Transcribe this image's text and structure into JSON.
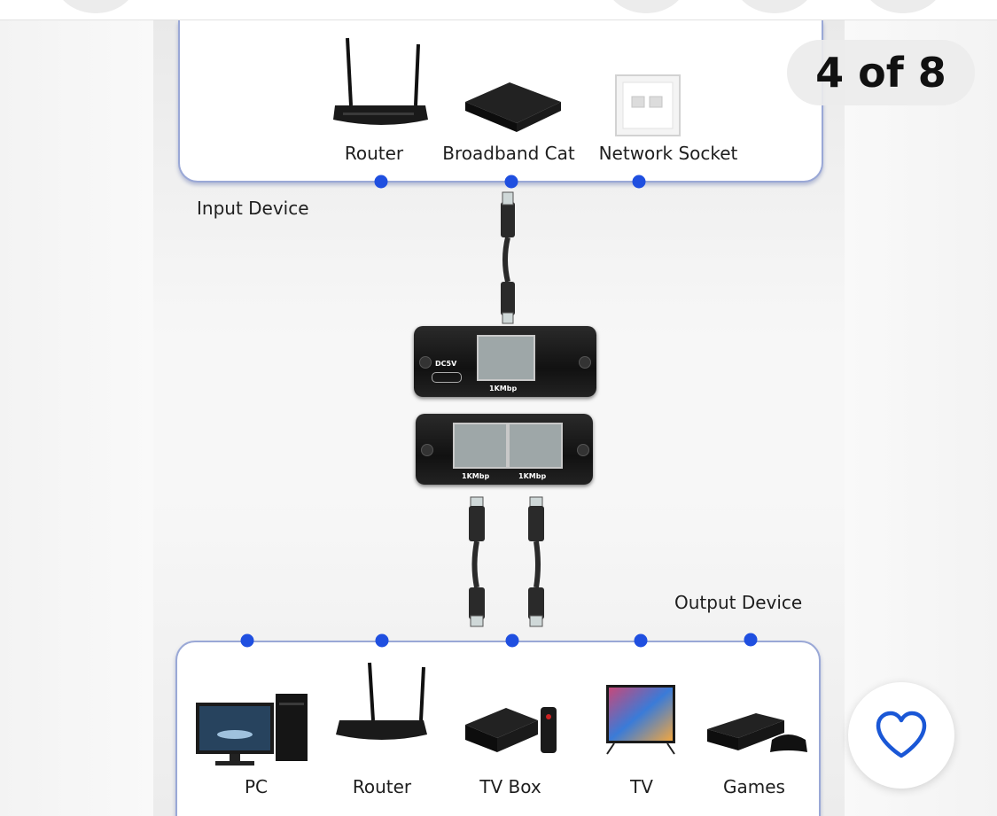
{
  "gallery": {
    "counter": "4 of 8"
  },
  "diagram": {
    "input_label": "Input Device",
    "output_label": "Output Device",
    "inputs": [
      "Router",
      "Broadband Cat",
      "Network Socket"
    ],
    "outputs": [
      "PC",
      "Router",
      "TV Box",
      "TV",
      "Games"
    ],
    "splitter": {
      "power_label": "DC5V",
      "port_speed": "1KMbp"
    }
  },
  "favorite": {
    "icon": "heart-outline-icon",
    "accent": "#1a57d6"
  },
  "colors": {
    "dot": "#1f4fe0",
    "box_border": "#9aa8d6"
  }
}
